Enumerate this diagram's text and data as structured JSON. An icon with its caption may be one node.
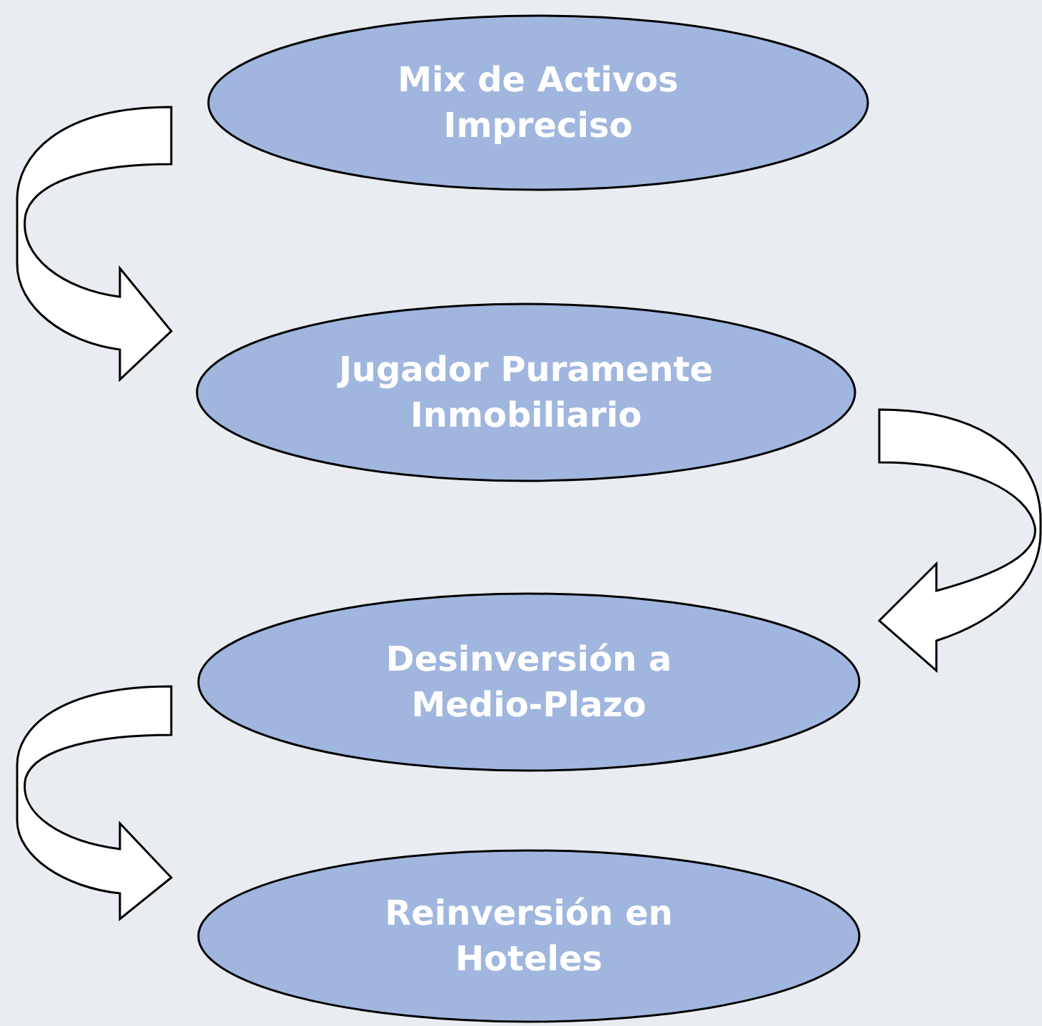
{
  "diagram": {
    "nodes": [
      {
        "text": [
          "Mix de Activos Impreciso"
        ]
      },
      {
        "text": [
          "Jugador Puramente Inmobiliario"
        ]
      },
      {
        "text": [
          "Desinversión a Medio-Plazo"
        ]
      },
      {
        "text": [
          "Reinversión en Hoteles"
        ]
      }
    ],
    "edges": [
      {
        "from": 0,
        "to": 1,
        "arrow": "to"
      },
      {
        "from": 1,
        "to": 2,
        "arrow": "to"
      },
      {
        "from": 2,
        "to": 3,
        "arrow": "to"
      }
    ]
  }
}
